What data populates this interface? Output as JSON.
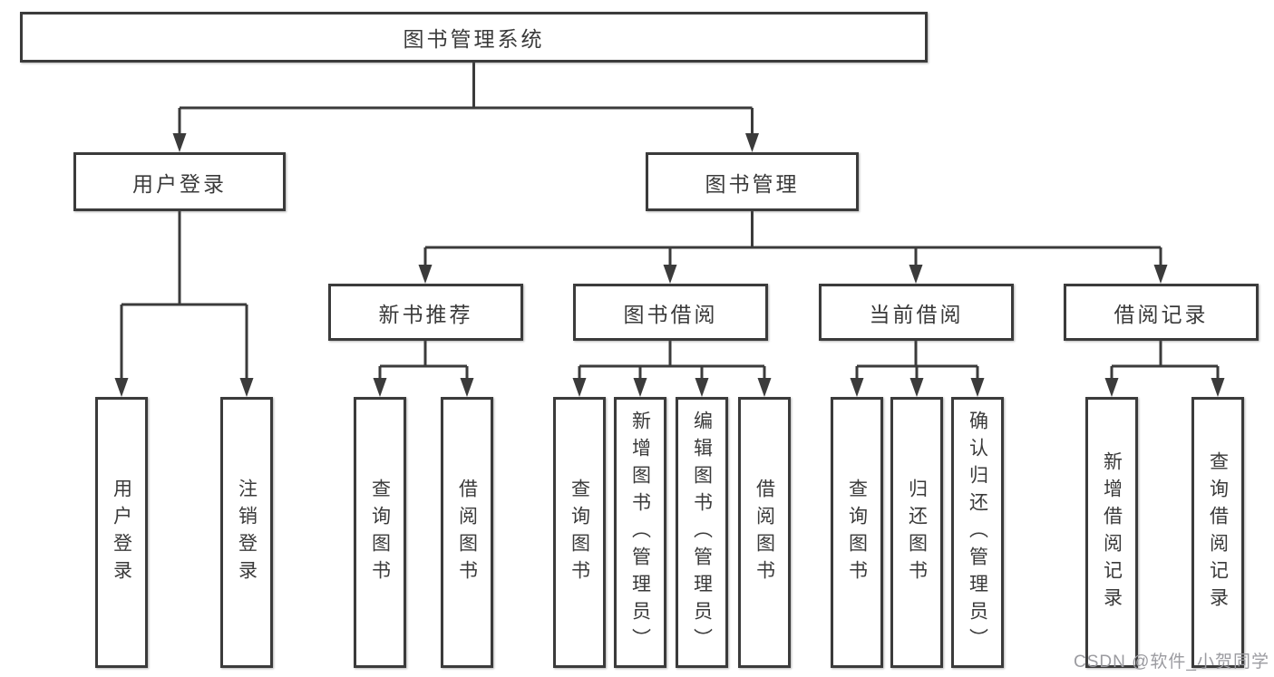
{
  "watermark": "CSDN @软件_小贺同学",
  "diagram": {
    "root": {
      "label": "图书管理系统",
      "children": [
        {
          "label": "用户登录",
          "children": [
            {
              "label": "用户登录"
            },
            {
              "label": "注销登录"
            }
          ]
        },
        {
          "label": "图书管理",
          "children": [
            {
              "label": "新书推荐",
              "children": [
                {
                  "label": "查询图书"
                },
                {
                  "label": "借阅图书"
                }
              ]
            },
            {
              "label": "图书借阅",
              "children": [
                {
                  "label": "查询图书"
                },
                {
                  "label": "新增图书（管理员）"
                },
                {
                  "label": "编辑图书（管理员）"
                },
                {
                  "label": "借阅图书"
                }
              ]
            },
            {
              "label": "当前借阅",
              "children": [
                {
                  "label": "查询图书"
                },
                {
                  "label": "归还图书"
                },
                {
                  "label": "确认归还（管理员）"
                }
              ]
            },
            {
              "label": "借阅记录",
              "children": [
                {
                  "label": "新增借阅记录"
                },
                {
                  "label": "查询借阅记录"
                }
              ]
            }
          ]
        }
      ]
    }
  }
}
